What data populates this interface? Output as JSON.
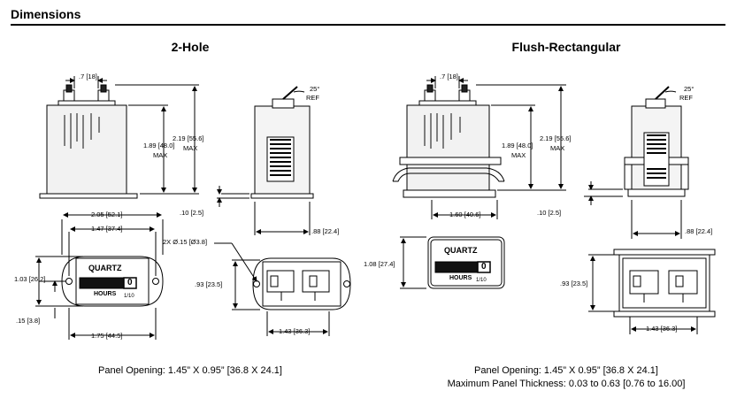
{
  "heading": "Dimensions",
  "left": {
    "title": "2-Hole",
    "dims": {
      "lead_w": ".7 [18]",
      "body_h": "1.89 [48.0]",
      "body_h_max": "MAX",
      "total_h": "2.19 [55.6]",
      "total_h_max": "MAX",
      "angle": "25°",
      "angle_ref": "REF",
      "ledge": ".10 [2.5]",
      "depth": ".88 [22.4]",
      "overall_w": "2.05 [52.1]",
      "hole_span": "1.47 [37.4]",
      "front_h": "1.03 [26.2]",
      "holes": "2X Ø.15 [Ø3.8]",
      "rear_h": ".93 [23.5]",
      "hole_off": ".15 [3.8]",
      "front_w": "1.75 [44.5]",
      "rear_w": "1.43 [36.3]"
    },
    "meter": {
      "brand": "QUARTZ",
      "digit": "0",
      "unit": "HOURS",
      "fraction": "1/10"
    },
    "caption": "Panel Opening: 1.45” X 0.95” [36.8 X 24.1]"
  },
  "right": {
    "title": "Flush-Rectangular",
    "dims": {
      "lead_w": ".7 [18]",
      "body_h": "1.89 [48.0]",
      "body_h_max": "MAX",
      "total_h": "2.19 [55.6]",
      "total_h_max": "MAX",
      "angle": "25°",
      "angle_ref": "REF",
      "ledge": ".10 [2.5]",
      "depth": ".88 [22.4]",
      "front_w": "1.60 [40.6]",
      "front_h": "1.08 [27.4]",
      "rear_h": ".93 [23.5]",
      "rear_w": "1.43 [36.3]"
    },
    "meter": {
      "brand": "QUARTZ",
      "digit": "0",
      "unit": "HOURS",
      "fraction": "1/10"
    },
    "caption": "Panel Opening: 1.45” X 0.95” [36.8 X 24.1]",
    "caption2": "Maximum Panel Thickness: 0.03 to 0.63 [0.76 to 16.00]"
  }
}
